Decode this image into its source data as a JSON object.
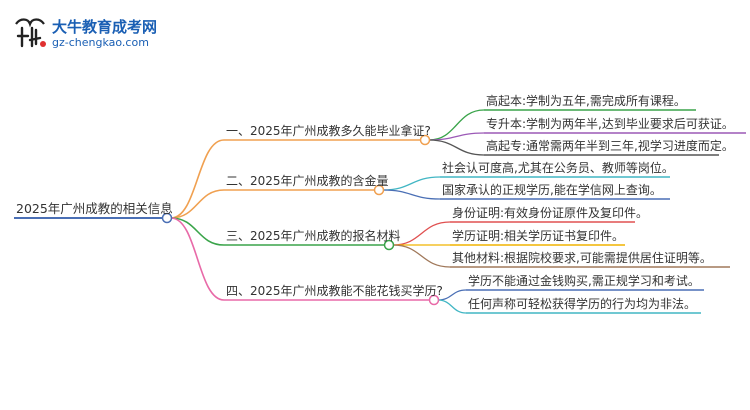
{
  "logo": {
    "title": "大牛教育成考网",
    "url": "gz-chengkao.com",
    "icon": "ox-head-logo"
  },
  "mindmap": {
    "root": {
      "label": "2025年广州成教的相关信息",
      "color": "#4a6fb5"
    },
    "branches": [
      {
        "label": "一、2025年广州成教多久能毕业拿证?",
        "color": "#f0a050",
        "children": [
          {
            "label": "高起本:学制为五年,需完成所有课程。",
            "color": "#3aa44a"
          },
          {
            "label": "专升本:学制为两年半,达到毕业要求后可获证。",
            "color": "#9b59b6"
          },
          {
            "label": "高起专:通常需两年半到三年,视学习进度而定。",
            "color": "#555555"
          }
        ]
      },
      {
        "label": "二、2025年广州成教的含金量",
        "color": "#f0a050",
        "children": [
          {
            "label": "社会认可度高,尤其在公务员、教师等岗位。",
            "color": "#41b6c4"
          },
          {
            "label": "国家承认的正规学历,能在学信网上查询。",
            "color": "#4a6fb5"
          }
        ]
      },
      {
        "label": "三、2025年广州成教的报名材料",
        "color": "#3aa44a",
        "children": [
          {
            "label": "身份证明:有效身份证原件及复印件。",
            "color": "#e05050"
          },
          {
            "label": "学历证明:相关学历证书复印件。",
            "color": "#f0b400"
          },
          {
            "label": "其他材料:根据院校要求,可能需提供居住证明等。",
            "color": "#a0785a"
          }
        ]
      },
      {
        "label": "四、2025年广州成教能不能花钱买学历?",
        "color": "#e86aa8",
        "children": [
          {
            "label": "学历不能通过金钱购买,需正规学习和考试。",
            "color": "#4a6fb5"
          },
          {
            "label": "任何声称可轻松获得学历的行为均为非法。",
            "color": "#41b6c4"
          }
        ]
      }
    ]
  }
}
